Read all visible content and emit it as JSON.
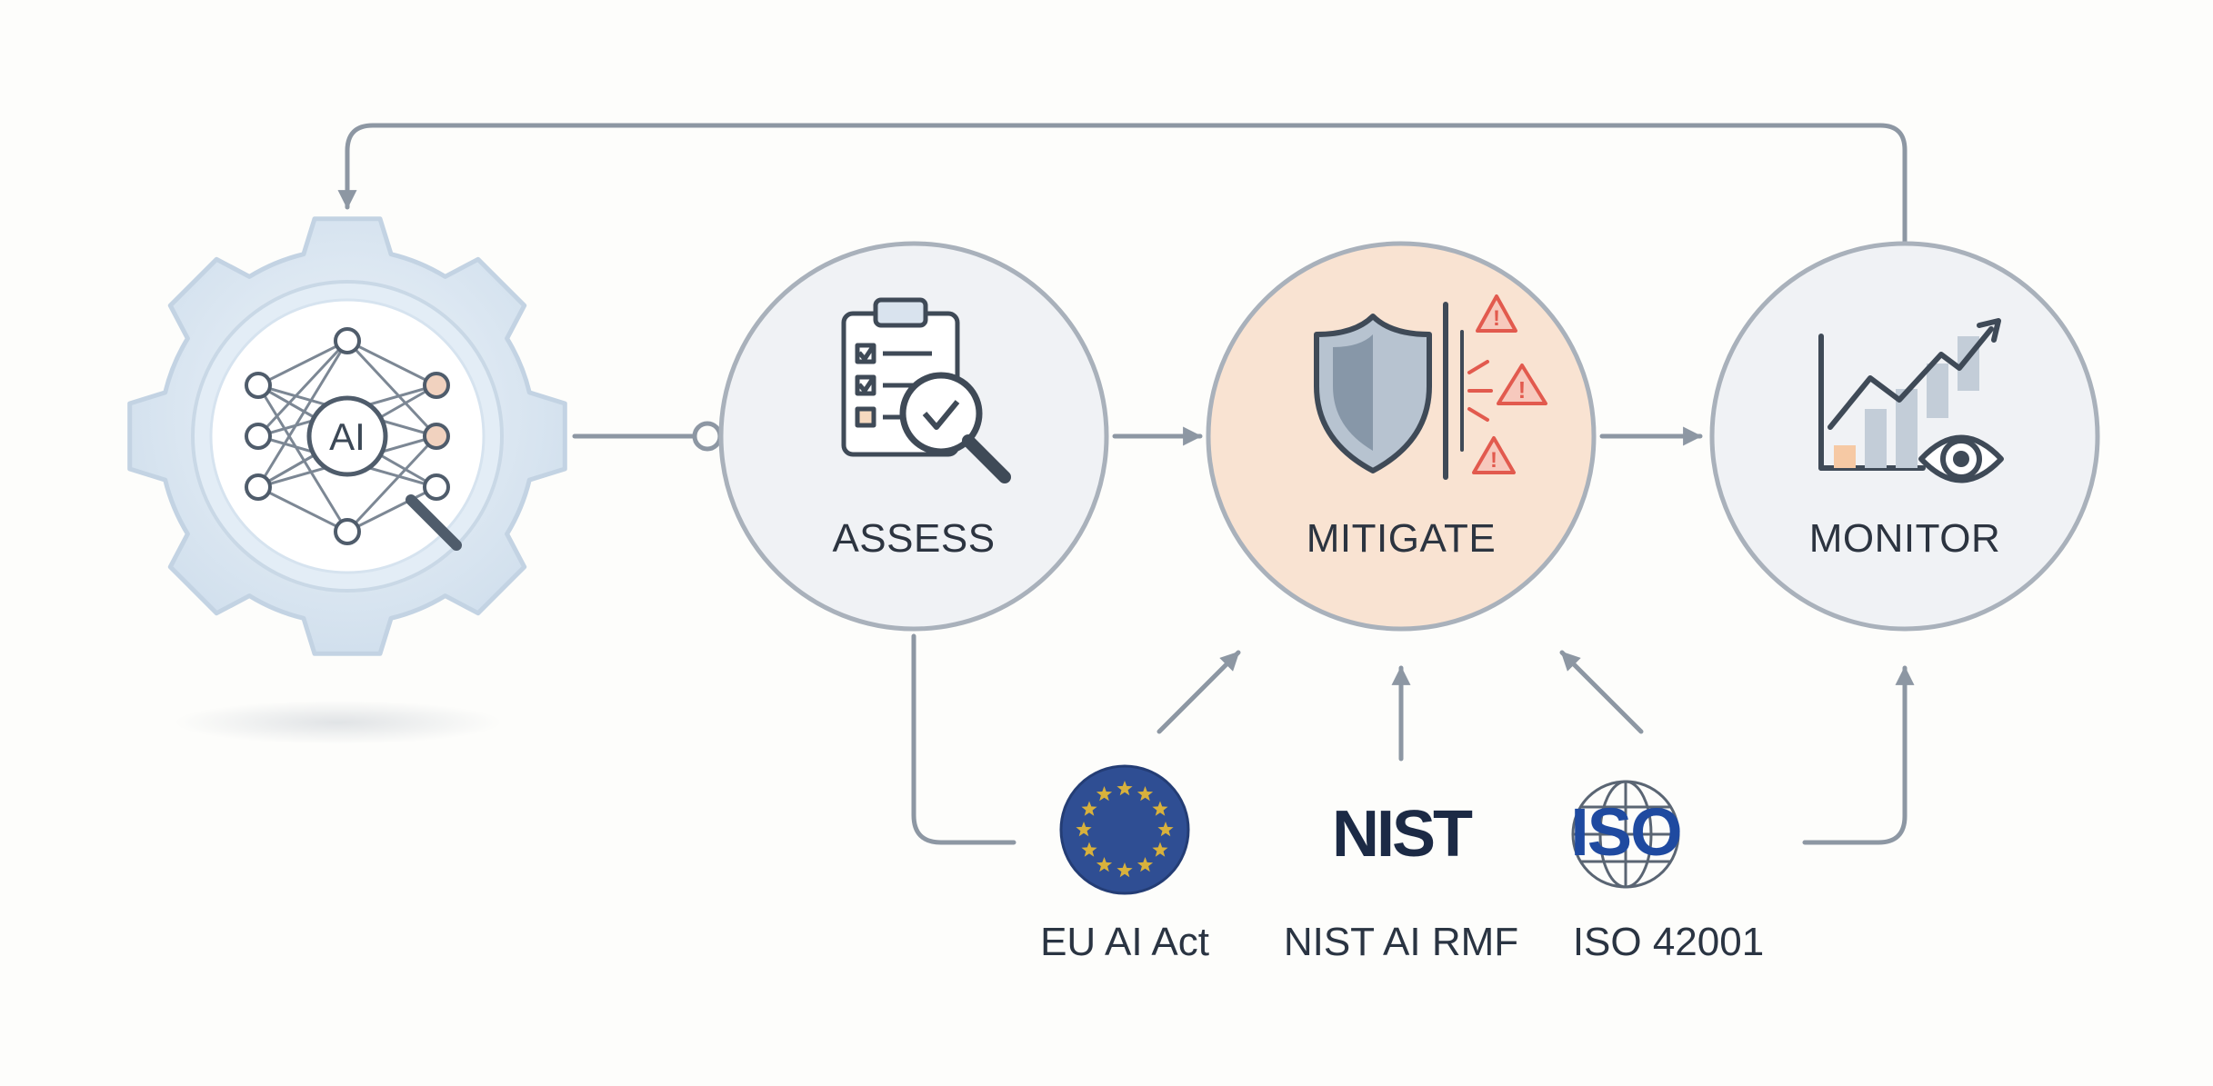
{
  "engine": {
    "label": "AI",
    "icon": "neural-network-gear-icon"
  },
  "stages": [
    {
      "id": "assess",
      "label": "ASSESS",
      "icon": "clipboard-magnifier-icon"
    },
    {
      "id": "mitigate",
      "label": "MITIGATE",
      "icon": "shield-warning-icon",
      "highlight_color": "#fbe6d6"
    },
    {
      "id": "monitor",
      "label": "MONITOR",
      "icon": "chart-eye-icon"
    }
  ],
  "frameworks": [
    {
      "id": "eu",
      "label": "EU AI Act",
      "logo": "eu-stars-icon"
    },
    {
      "id": "nist",
      "label": "NIST AI RMF",
      "logo": "nist-logo",
      "logo_text": "NIST"
    },
    {
      "id": "iso",
      "label": "ISO 42001",
      "logo": "iso-logo",
      "logo_text": "ISO"
    }
  ],
  "colors": {
    "line": "#8d97a3",
    "circle_border": "#a9b1bb",
    "circle_fill": "#f1f3f6",
    "gear": "#d9e6f2",
    "alert": "#e25a4e",
    "eu_blue": "#2f4e93",
    "eu_star": "#d8b13c",
    "iso_blue": "#1f4aa0"
  }
}
